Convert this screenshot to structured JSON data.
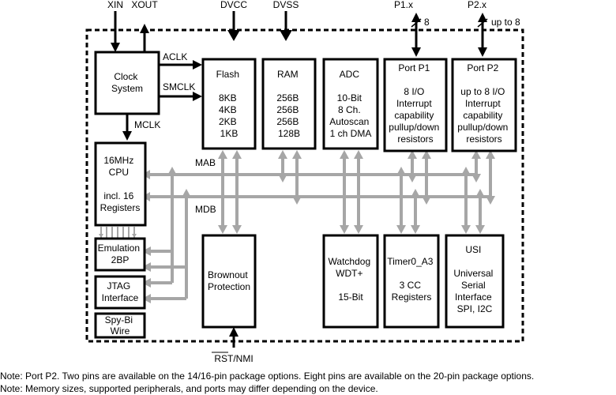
{
  "colors": {
    "bus": "#a6a6a6",
    "block_border": "#000000",
    "background": "#ffffff"
  },
  "pins": {
    "xin": "XIN",
    "xout": "XOUT",
    "dvcc": "DVCC",
    "dvss": "DVSS",
    "p1": "P1.x",
    "p1_width": "8",
    "p2": "P2.x",
    "p2_width": "up to 8",
    "rst": "RST/NMI"
  },
  "clock": {
    "title": [
      "Clock",
      "System"
    ],
    "aclk": "ACLK",
    "smclk": "SMCLK",
    "mclk": "MCLK"
  },
  "cpu": {
    "lines": [
      "16MHz",
      "CPU",
      "",
      "incl. 16",
      "Registers"
    ]
  },
  "emulation": {
    "lines": [
      "Emulation",
      "2BP"
    ]
  },
  "jtag": {
    "lines": [
      "JTAG",
      "Interface"
    ]
  },
  "spybi": {
    "lines": [
      "Spy-Bi",
      "Wire"
    ]
  },
  "flash": {
    "lines": [
      "Flash",
      "",
      "8KB",
      "4KB",
      "2KB",
      "1KB"
    ]
  },
  "ram": {
    "lines": [
      "RAM",
      "",
      "256B",
      "256B",
      "256B",
      "128B"
    ]
  },
  "adc": {
    "lines": [
      "ADC",
      "",
      "10-Bit",
      "8 Ch.",
      "Autoscan",
      "1 ch DMA"
    ]
  },
  "port1": {
    "lines": [
      "Port P1",
      "",
      "8 I/O",
      "Interrupt",
      "capability",
      "pullup/down",
      "resistors"
    ]
  },
  "port2": {
    "lines": [
      "Port P2",
      "",
      "up to 8 I/O",
      "Interrupt",
      "capability",
      "pullup/down",
      "resistors"
    ]
  },
  "brownout": {
    "lines": [
      "Brownout",
      "Protection"
    ]
  },
  "watchdog": {
    "lines": [
      "Watchdog",
      "WDT+",
      "",
      "15-Bit"
    ]
  },
  "timer": {
    "lines": [
      "Timer0_A3",
      "",
      "3 CC",
      "Registers"
    ]
  },
  "usi": {
    "lines": [
      "USI",
      "",
      "Universal",
      "Serial",
      "Interface",
      "SPI, I2C"
    ]
  },
  "bus": {
    "mab": "MAB",
    "mdb": "MDB"
  },
  "notes": [
    "Note: Port P2. Two pins are available on the 14/16-pin package options. Eight pins are available on the 20-pin package options.",
    "Note: Memory sizes, supported peripherals, and ports may differ depending on the device."
  ]
}
